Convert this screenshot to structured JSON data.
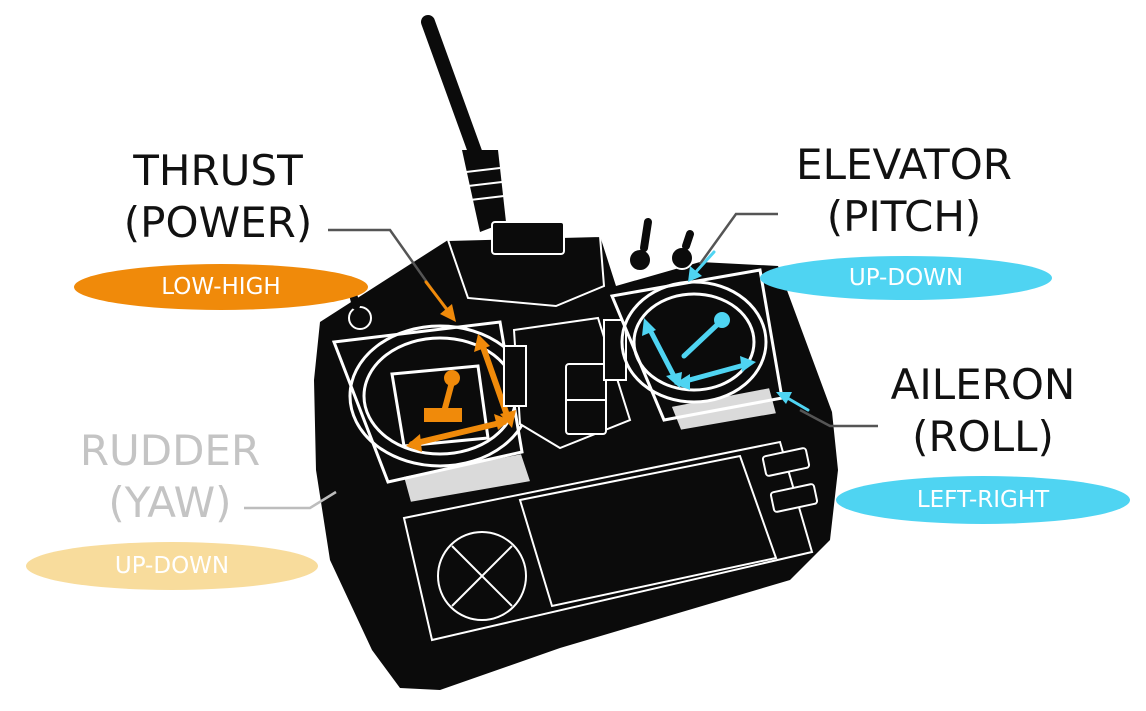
{
  "controls": [
    {
      "id": "thrust",
      "name_line1": "THRUST",
      "name_line2": "(POWER)",
      "direction": "LOW-HIGH",
      "color": "#F08A0A"
    },
    {
      "id": "elevator",
      "name_line1": "ELEVATOR",
      "name_line2": "(PITCH)",
      "direction": "UP-DOWN",
      "color": "#4FD4F2"
    },
    {
      "id": "aileron",
      "name_line1": "AILERON",
      "name_line2": "(ROLL)",
      "direction": "LEFT-RIGHT",
      "color": "#4FD4F2"
    },
    {
      "id": "rudder",
      "name_line1": "RUDDER",
      "name_line2": "(YAW)",
      "direction": "UP-DOWN",
      "color": "#F8DC9C"
    }
  ],
  "colors": {
    "body": "#0b0b0b",
    "outline": "#ffffff",
    "leader": "#555555",
    "rudder_text": "#c4c4c4"
  }
}
